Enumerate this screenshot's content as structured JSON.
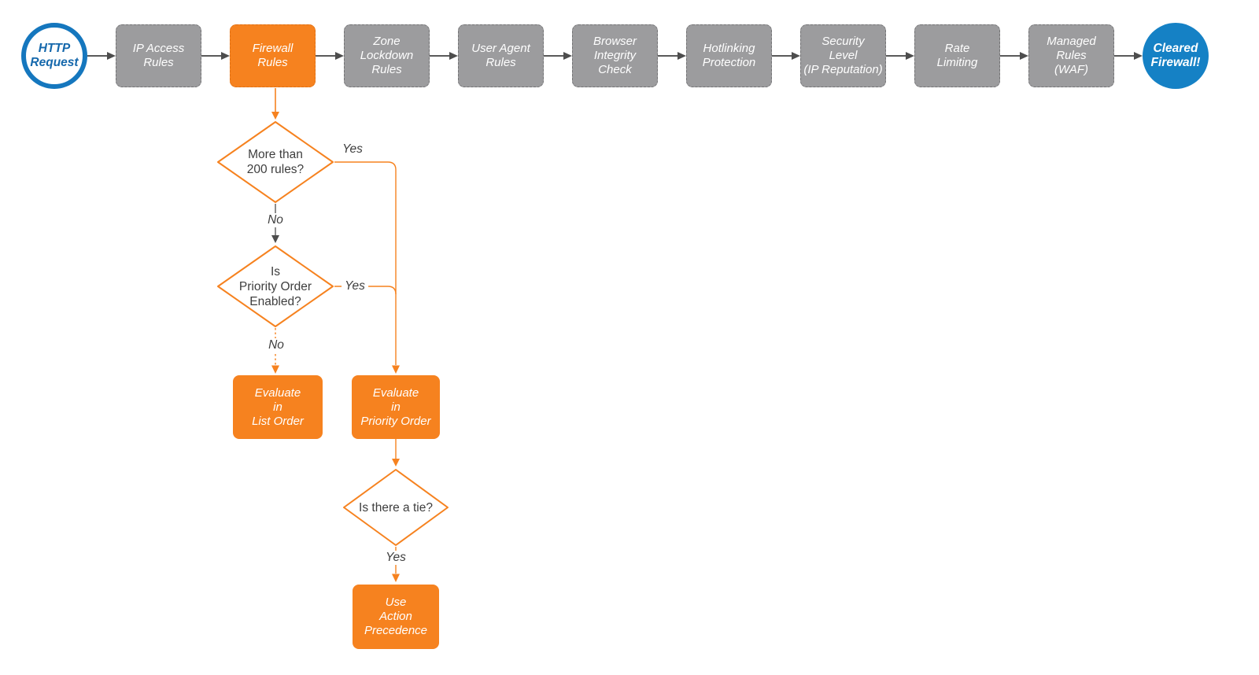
{
  "colors": {
    "accent_orange": "#F6821F",
    "gray_node": "#9C9C9E",
    "blue_fill": "#1581C5",
    "blue_text": "#1568AC",
    "connector_gray": "#5A5A5A",
    "text_dark": "#3E3E3E"
  },
  "flow": {
    "start": {
      "label": "HTTP\nRequest"
    },
    "pipeline": [
      {
        "label": "IP Access\nRules",
        "highlighted": false
      },
      {
        "label": "Firewall\nRules",
        "highlighted": true
      },
      {
        "label": "Zone\nLockdown\nRules",
        "highlighted": false
      },
      {
        "label": "User Agent\nRules",
        "highlighted": false
      },
      {
        "label": "Browser\nIntegrity\nCheck",
        "highlighted": false
      },
      {
        "label": "Hotlinking\nProtection",
        "highlighted": false
      },
      {
        "label": "Security\nLevel\n(IP Reputation)",
        "highlighted": false
      },
      {
        "label": "Rate\nLimiting",
        "highlighted": false
      },
      {
        "label": "Managed\nRules\n(WAF)",
        "highlighted": false
      }
    ],
    "end": {
      "label": "Cleared\nFirewall!"
    },
    "decisions": [
      {
        "label": "More than\n200 rules?"
      },
      {
        "label": "Is\nPriority Order\nEnabled?"
      },
      {
        "label": "Is there a tie?"
      }
    ],
    "actions": [
      {
        "label": "Evaluate\nin\nList Order"
      },
      {
        "label": "Evaluate\nin\nPriority Order"
      },
      {
        "label": "Use\nAction\nPrecedence"
      }
    ],
    "edge_labels": {
      "d1_yes": "Yes",
      "d1_no": "No",
      "d2_yes": "Yes",
      "d2_no": "No",
      "d3_yes": "Yes"
    }
  }
}
